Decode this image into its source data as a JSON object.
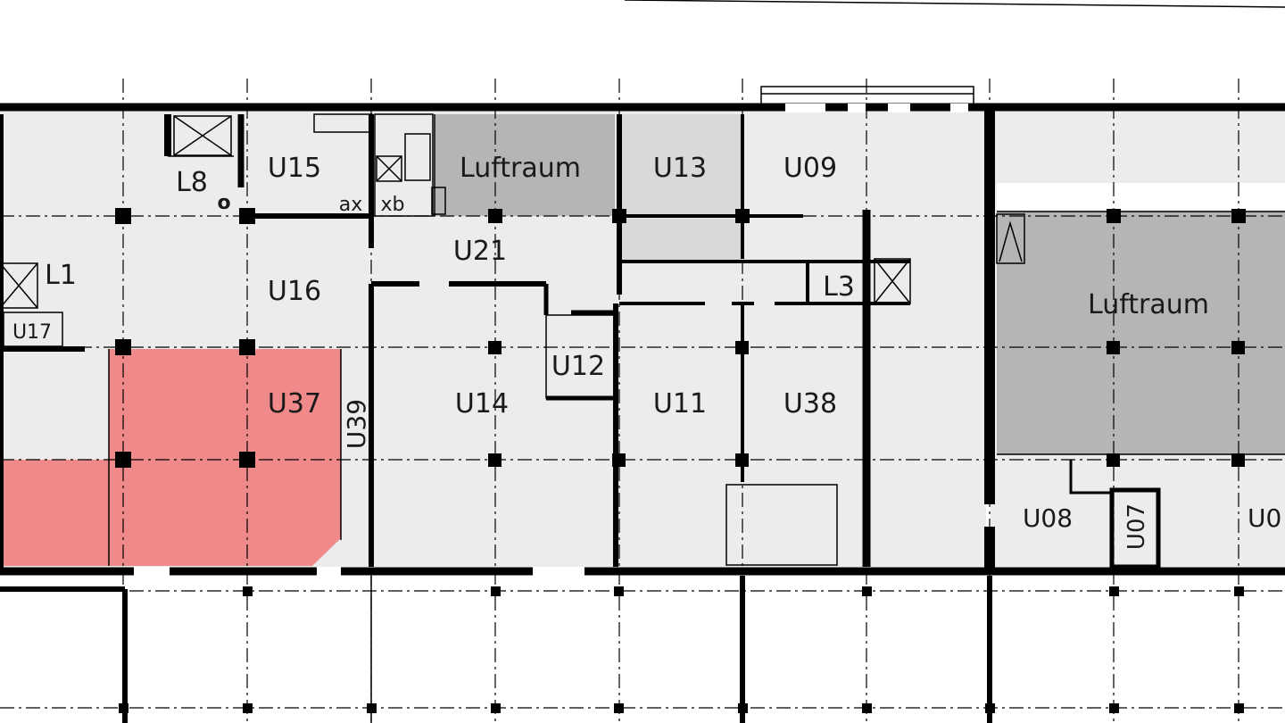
{
  "plan": {
    "highlight_color": "#f08a8a",
    "void_color": "#b5b5b5",
    "room_color": "#ececec",
    "labels": {
      "l8": "L8",
      "u15": "U15",
      "luftraum_1": "Luftraum",
      "u13": "U13",
      "u09": "U09",
      "l1": "L1",
      "u16": "U16",
      "u21": "U21",
      "l3": "L3",
      "luftraum_2": "Luftraum",
      "u17": "U17",
      "u37": "U37",
      "u39": "U39",
      "u14": "U14",
      "u12": "U12",
      "u11": "U11",
      "u38": "U38",
      "u08": "U08",
      "u07": "U07",
      "u0": "U0",
      "mark_a": "ax",
      "mark_b": "xb",
      "mark_o": "o"
    }
  }
}
